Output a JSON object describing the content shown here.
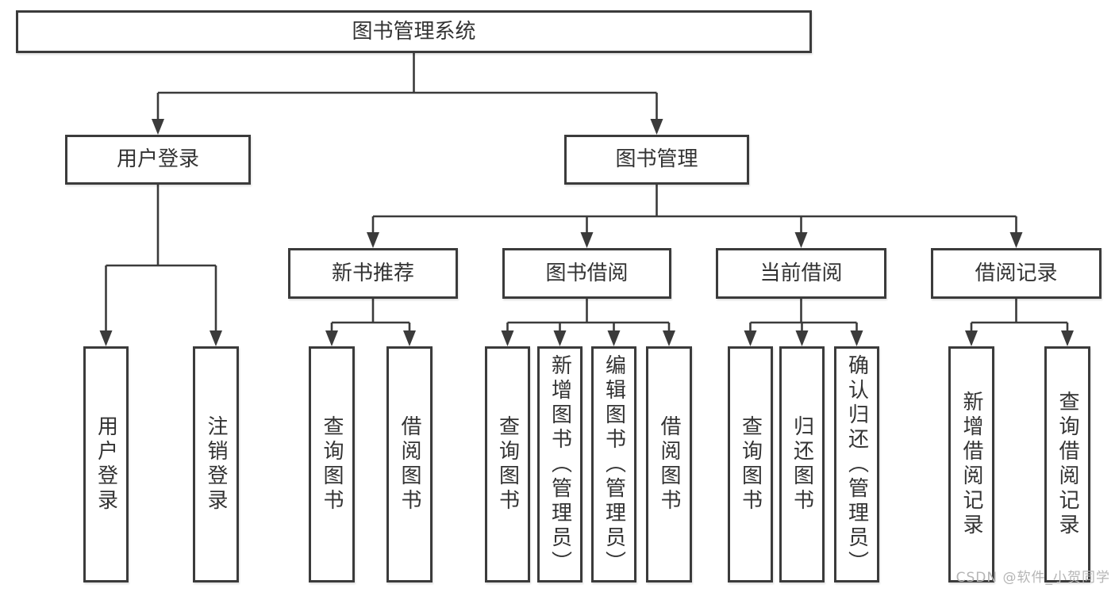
{
  "colors": {
    "line": "#3b3b3b",
    "box_border": "#3b3b3b",
    "text": "#333333",
    "watermark": "#b5b5b5",
    "background": "#ffffff"
  },
  "watermark": {
    "text": "CSDN @软件_小贺同学"
  },
  "diagram": {
    "type": "hierarchy-tree",
    "root": {
      "label": "图书管理系统"
    },
    "level2": [
      {
        "label": "用户登录"
      },
      {
        "label": "图书管理"
      }
    ],
    "level3": [
      {
        "label": "新书推荐",
        "parent": "图书管理"
      },
      {
        "label": "图书借阅",
        "parent": "图书管理"
      },
      {
        "label": "当前借阅",
        "parent": "图书管理"
      },
      {
        "label": "借阅记录",
        "parent": "图书管理"
      }
    ],
    "leaves": [
      {
        "label": "用户登录",
        "parent": "用户登录"
      },
      {
        "label": "注销登录",
        "parent": "用户登录"
      },
      {
        "label": "查询图书",
        "parent": "新书推荐"
      },
      {
        "label": "借阅图书",
        "parent": "新书推荐"
      },
      {
        "label": "查询图书",
        "parent": "图书借阅"
      },
      {
        "label": "新增图书（管理员）",
        "parent": "图书借阅"
      },
      {
        "label": "编辑图书（管理员）",
        "parent": "图书借阅"
      },
      {
        "label": "借阅图书",
        "parent": "图书借阅"
      },
      {
        "label": "查询图书",
        "parent": "当前借阅"
      },
      {
        "label": "归还图书",
        "parent": "当前借阅"
      },
      {
        "label": "确认归还（管理员）",
        "parent": "当前借阅"
      },
      {
        "label": "新增借阅记录",
        "parent": "借阅记录"
      },
      {
        "label": "查询借阅记录",
        "parent": "借阅记录"
      }
    ]
  }
}
